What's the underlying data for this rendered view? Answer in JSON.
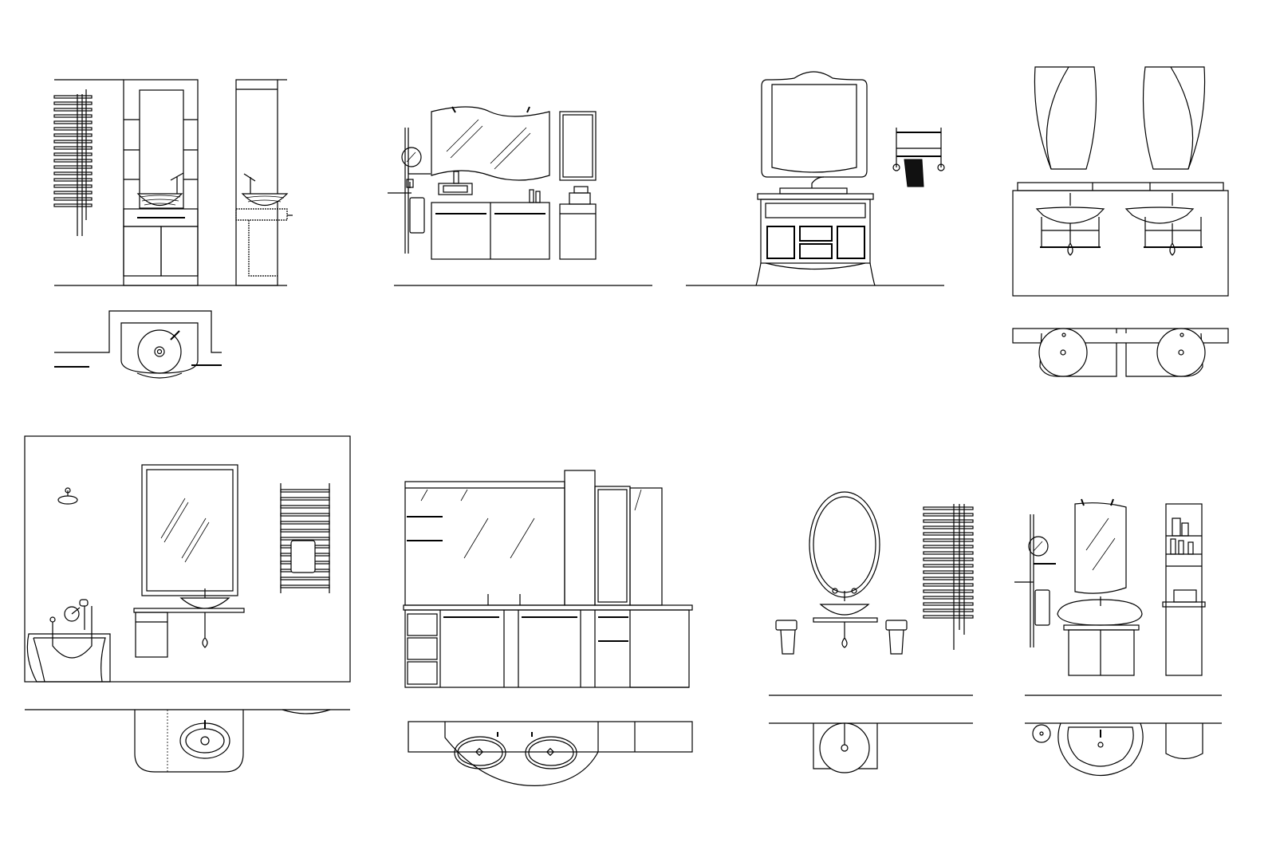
{
  "drawing": {
    "background": "#ffffff",
    "line_color": "#000000",
    "panels": [
      {
        "id": "panel-1",
        "content": [
          "towel-radiator-icon",
          "vessel-sink-icon",
          "cabinet-icon",
          "side-elevation",
          "plan-view"
        ]
      },
      {
        "id": "panel-2",
        "content": [
          "wave-mirror-icon",
          "round-mirror-icon",
          "wall-cabinet-icon",
          "towel-icon"
        ]
      },
      {
        "id": "panel-3",
        "content": [
          "ornate-mirror-icon",
          "classic-vanity-icon",
          "towel-rack-icon"
        ]
      },
      {
        "id": "panel-4",
        "content": [
          "double-vanity-icon",
          "oval-mirror-icon",
          "plan-view"
        ]
      },
      {
        "id": "panel-5",
        "content": [
          "bathtub-icon",
          "shower-head-icon",
          "rectangular-mirror-icon",
          "towel-radiator-icon",
          "plan-view"
        ]
      },
      {
        "id": "panel-6",
        "content": [
          "long-vanity-icon",
          "tall-cabinet-icon",
          "double-sink-plan-icon"
        ]
      },
      {
        "id": "panel-7",
        "content": [
          "oval-mirror-icon",
          "vessel-sink-icon",
          "towel-radiator-icon",
          "plan-view"
        ]
      },
      {
        "id": "panel-8",
        "content": [
          "wave-mirror-icon",
          "pedestal-sink-icon",
          "shelf-unit-icon",
          "plan-view"
        ]
      }
    ]
  }
}
